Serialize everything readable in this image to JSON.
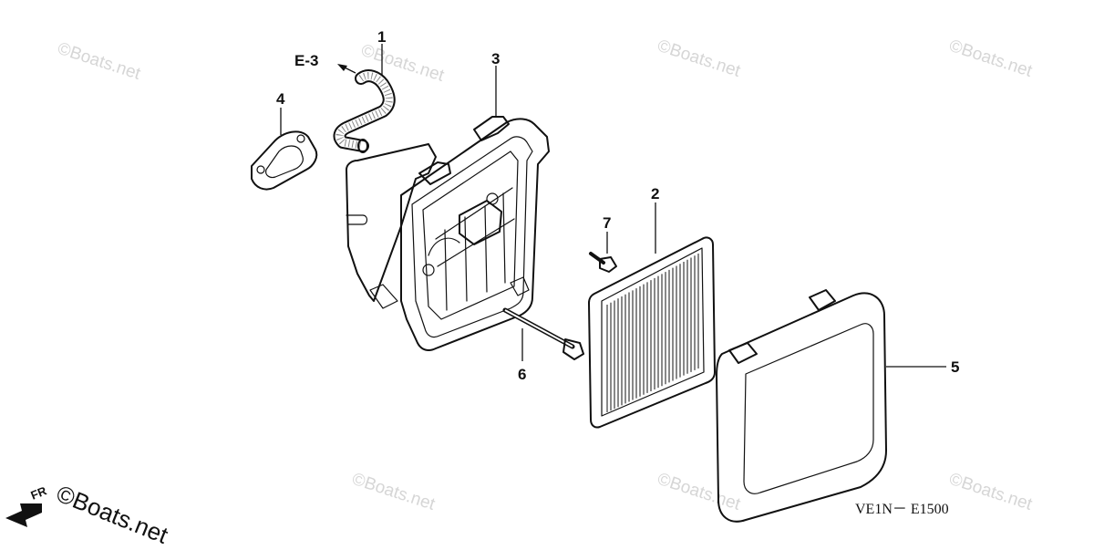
{
  "diagram": {
    "part_labels": [
      {
        "id": "1",
        "text": "1"
      },
      {
        "id": "2",
        "text": "2"
      },
      {
        "id": "3",
        "text": "3"
      },
      {
        "id": "4",
        "text": "4"
      },
      {
        "id": "5",
        "text": "5"
      },
      {
        "id": "6",
        "text": "6"
      },
      {
        "id": "7",
        "text": "7"
      }
    ],
    "reference_label": "E-3",
    "diagram_code": "VE1N－ E1500",
    "direction_label": "FR",
    "watermark_text": "©Boats.net",
    "corner_watermark_text": "©Boats.net"
  }
}
